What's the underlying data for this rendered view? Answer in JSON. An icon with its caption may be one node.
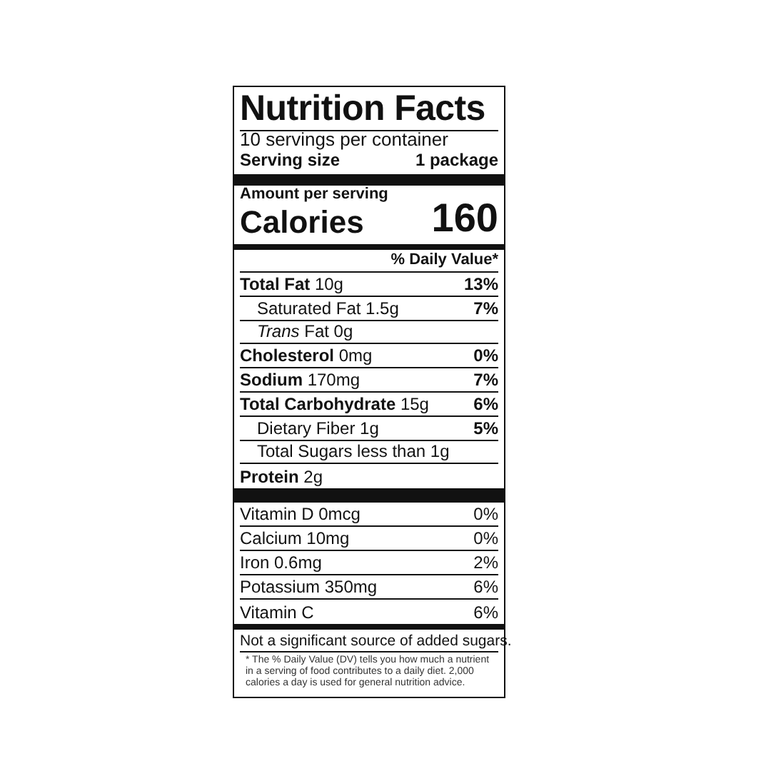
{
  "diagram": {
    "title": "Nutrition Facts",
    "labels": [
      "10 servings per container",
      "Serving size",
      "1 package",
      "Amount per serving",
      "Calories",
      "160",
      "% Daily Value*",
      "**Total Fat** 10g",
      "13%",
      "Saturated Fat 1.5g",
      "7%",
      "*Trans* Fat 0g",
      "**Cholesterol** 0mg",
      "0%",
      "**Sodium** 170mg",
      "7%",
      "**Total Carbohydrate** 15g",
      "6%",
      "Dietary Fiber 1g",
      "5%",
      "Total Sugars less than 1g",
      "**Protein** 2g",
      "Vitamin D 0mcg",
      "0%",
      "Calcium 10mg",
      "0%",
      "Iron 0.6mg",
      "2%",
      "Potassium 350mg",
      "6%",
      "Vitamin C",
      "6%",
      "Not a significant source of added sugars.",
      "* The % Daily Value (DV) tells you how much a nutrient in a serving of food contributes to a daily diet. 2,000 calories a day is used for general nutrition advice."
    ]
  }
}
